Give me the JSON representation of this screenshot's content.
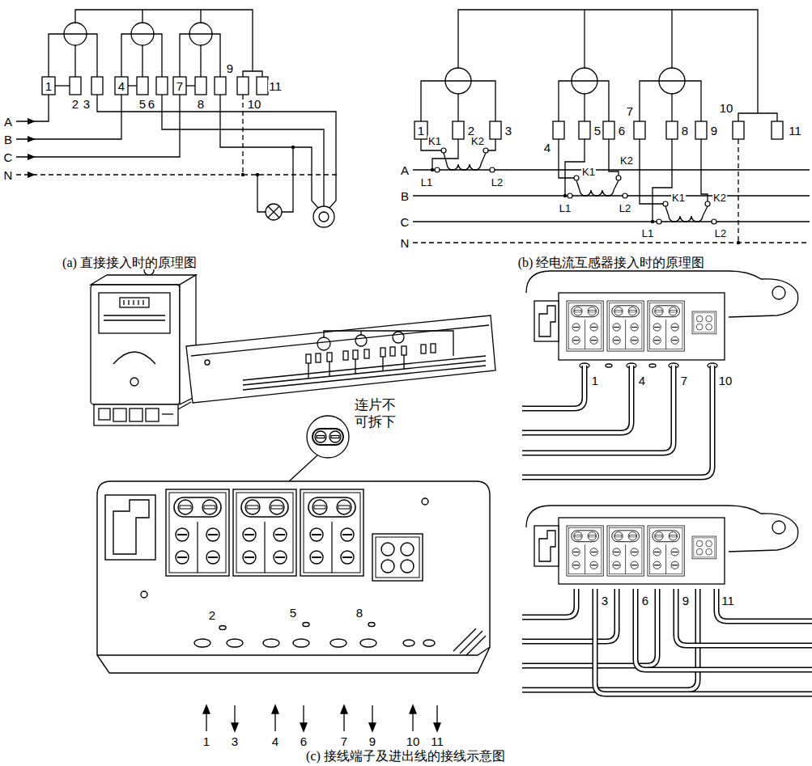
{
  "diagram": {
    "labels": [
      "1",
      "2",
      "3",
      "4",
      "5",
      "6",
      "7",
      "8",
      "9",
      "10",
      "11",
      "A",
      "B",
      "C",
      "N",
      "(a) 直接接入时的原理图",
      "1",
      "2",
      "3",
      "4",
      "5",
      "6",
      "7",
      "8",
      "9",
      "10",
      "11",
      "K1",
      "K2",
      "L1",
      "L2",
      "K1",
      "K2",
      "L1",
      "L2",
      "K1",
      "K2",
      "L1",
      "L2",
      "A",
      "B",
      "C",
      "N",
      "(b) 经电流互感器接入时的原理图",
      "连片不可拆下",
      "2",
      "5",
      "8",
      "1",
      "3",
      "4",
      "6",
      "7",
      "9",
      "10",
      "11",
      "1",
      "4",
      "7",
      "10",
      "3",
      "6",
      "9",
      "11",
      "(c) 接线端子及进出线的接线示意图"
    ]
  }
}
